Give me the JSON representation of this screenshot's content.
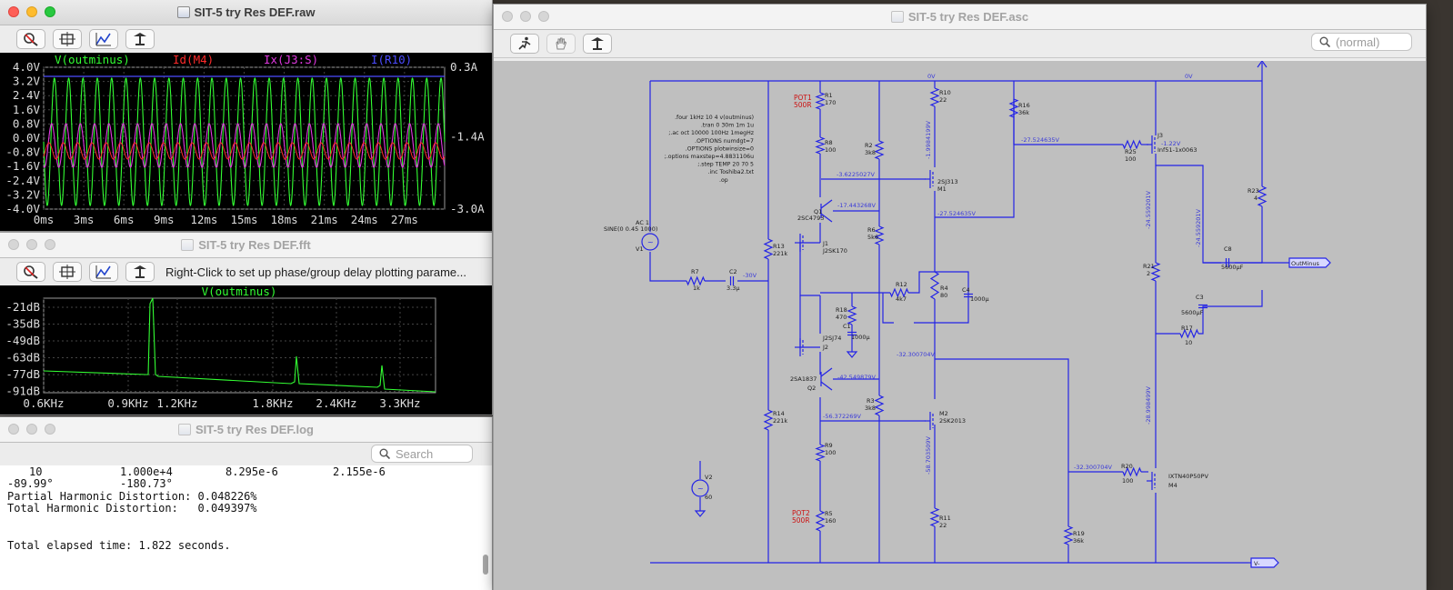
{
  "colors": {
    "trace_green": "#33ff33",
    "trace_red": "#ff2a2a",
    "trace_magenta": "#e038e0",
    "trace_blue": "#4b4bff",
    "wire_blue": "#2323e6",
    "net_label": "#3b3bd9",
    "pot_red": "#cc1111"
  },
  "raw_window": {
    "title": "SIT-5 try Res DEF.raw",
    "toolbar_icons": [
      "zoom-icon",
      "autorange-icon",
      "cursor-icon",
      "probe-icon"
    ],
    "traces": [
      "V(outminus)",
      "Id(M4)",
      "Ix(J3:S)",
      "I(R10)"
    ],
    "left_axis": [
      "4.0V",
      "3.2V",
      "2.4V",
      "1.6V",
      "0.8V",
      "0.0V",
      "-0.8V",
      "-1.6V",
      "-2.4V",
      "-3.2V",
      "-4.0V"
    ],
    "right_axis": [
      "0.3A",
      "-1.4A",
      "-3.0A"
    ],
    "x_axis": [
      "0ms",
      "3ms",
      "6ms",
      "9ms",
      "12ms",
      "15ms",
      "18ms",
      "21ms",
      "24ms",
      "27ms"
    ]
  },
  "fft_window": {
    "title": "SIT-5 try Res DEF.fft",
    "hint": "Right-Click to set up phase/group delay plotting parame...",
    "trace": "V(outminus)",
    "y_axis": [
      "-21dB",
      "-35dB",
      "-49dB",
      "-63dB",
      "-77dB",
      "-91dB"
    ],
    "x_axis": [
      "0.6KHz",
      "0.9KHz",
      "1.2KHz",
      "1.8KHz",
      "2.4KHz",
      "3.3KHz"
    ]
  },
  "log_window": {
    "title": "SIT-5 try Res DEF.log",
    "search_placeholder": "Search",
    "row1": {
      "n": "10",
      "freq": "1.000e+4",
      "mag": "8.295e-6",
      "norm": "2.155e-6"
    },
    "row2": {
      "phase": "-89.99°",
      "norm_phase": "-180.73°"
    },
    "phd": "Partial Harmonic Distortion: 0.048226%",
    "thd": "Total Harmonic Distortion:   0.049397%",
    "elapsed": "Total elapsed time: 1.822 seconds."
  },
  "asc_window": {
    "title": "SIT-5 try Res DEF.asc",
    "search_placeholder": "(normal)",
    "directives": [
      ".four 1kHz 10 4  v(outminus)",
      ".tran 0 30m  1m 1u",
      ";.ac oct 10000 100Hz 1megHz",
      ".OPTIONS numdgt=7",
      ".OPTIONS plotwinsize=0",
      ";.options maxstep=4.8831106u",
      ";.step TEMP 20 70 5",
      ".inc Toshiba2.txt",
      ".op"
    ],
    "source_v1": {
      "label": "AC 1",
      "value": "SINE(0 0.45 1000)",
      "name": "V1"
    },
    "source_v2": {
      "name": "V2",
      "value": "60"
    },
    "components": {
      "pot1": "POT1",
      "pot1_val": "500R",
      "r1": "R1",
      "r1_val": "170",
      "r8": "R8",
      "r8_val": "100",
      "r10": "R10",
      "r10_val": "22",
      "r16": "R16",
      "r16_val": "36k",
      "r2": "R2",
      "r2_val": "3k8",
      "r25": "R25",
      "r25_val": "100",
      "j3": "J3",
      "j3_part": "Inf51-1x0063",
      "m1": "M1",
      "m1_part": "2SJ313",
      "q1": "Q1",
      "q1_part": "2SC4793",
      "j1": "J1",
      "j1_part": "J2SK170",
      "r6": "R6",
      "r6_val": "5k6",
      "r13": "R13",
      "r13_val": "221k",
      "r23": "R23",
      "r23_val": "4",
      "r7": "R7",
      "r7_val": "1k",
      "c2": "C2",
      "c2_val": "3.3µ",
      "r12": "R12",
      "r12_val": "4k7",
      "r4": "R4",
      "r4_val": "80",
      "c4": "C4",
      "c4_val": "1000µ",
      "r21": "R21",
      "r21_val": "2",
      "c8": "C8",
      "c8_val": "5600µF",
      "c3": "C3",
      "c3_val": "5600µF",
      "r18": "R18",
      "r18_val": "470",
      "c1": "C1",
      "c1_val": "1000µ",
      "j2": "J2",
      "j2_part": "J2SJ74",
      "r17": "R17",
      "r17_val": "10",
      "q2": "Q2",
      "q2_part": "2SA1837",
      "r3": "R3",
      "r3_val": "3k8",
      "m2": "M2",
      "m2_part": "2SK2013",
      "r14": "R14",
      "r14_val": "221k",
      "r9": "R9",
      "r9_val": "100",
      "r20": "R20",
      "r20_val": "100",
      "m4": "M4",
      "m4_part": "IXTN40P50PV",
      "pot2": "POT2",
      "pot2_val": "500R",
      "r5": "R5",
      "r5_val": "160",
      "r11": "R11",
      "r11_val": "22",
      "r19": "R19",
      "r19_val": "36k"
    },
    "nets": {
      "zero_a": "0V",
      "zero_b": "0V",
      "n1": "-3.6225027V",
      "n2": "-17.443268V",
      "n3": "-27.524635V",
      "n4": "-27.524635V",
      "n5": "-30V",
      "n6": "-32.300704V",
      "n7": "-42.549879V",
      "n8": "-56.372269V",
      "n9": "-32.300704V",
      "v_r10": "-1.9984199V",
      "v_r11": "-58.703509V",
      "v_r21a": "-24.559201V",
      "v_r21b": "-24.559201V",
      "v_m4": "-28.998499V",
      "v_j3": "-1.22V"
    },
    "port_out": "OutMinus",
    "port_vm": "V-"
  }
}
